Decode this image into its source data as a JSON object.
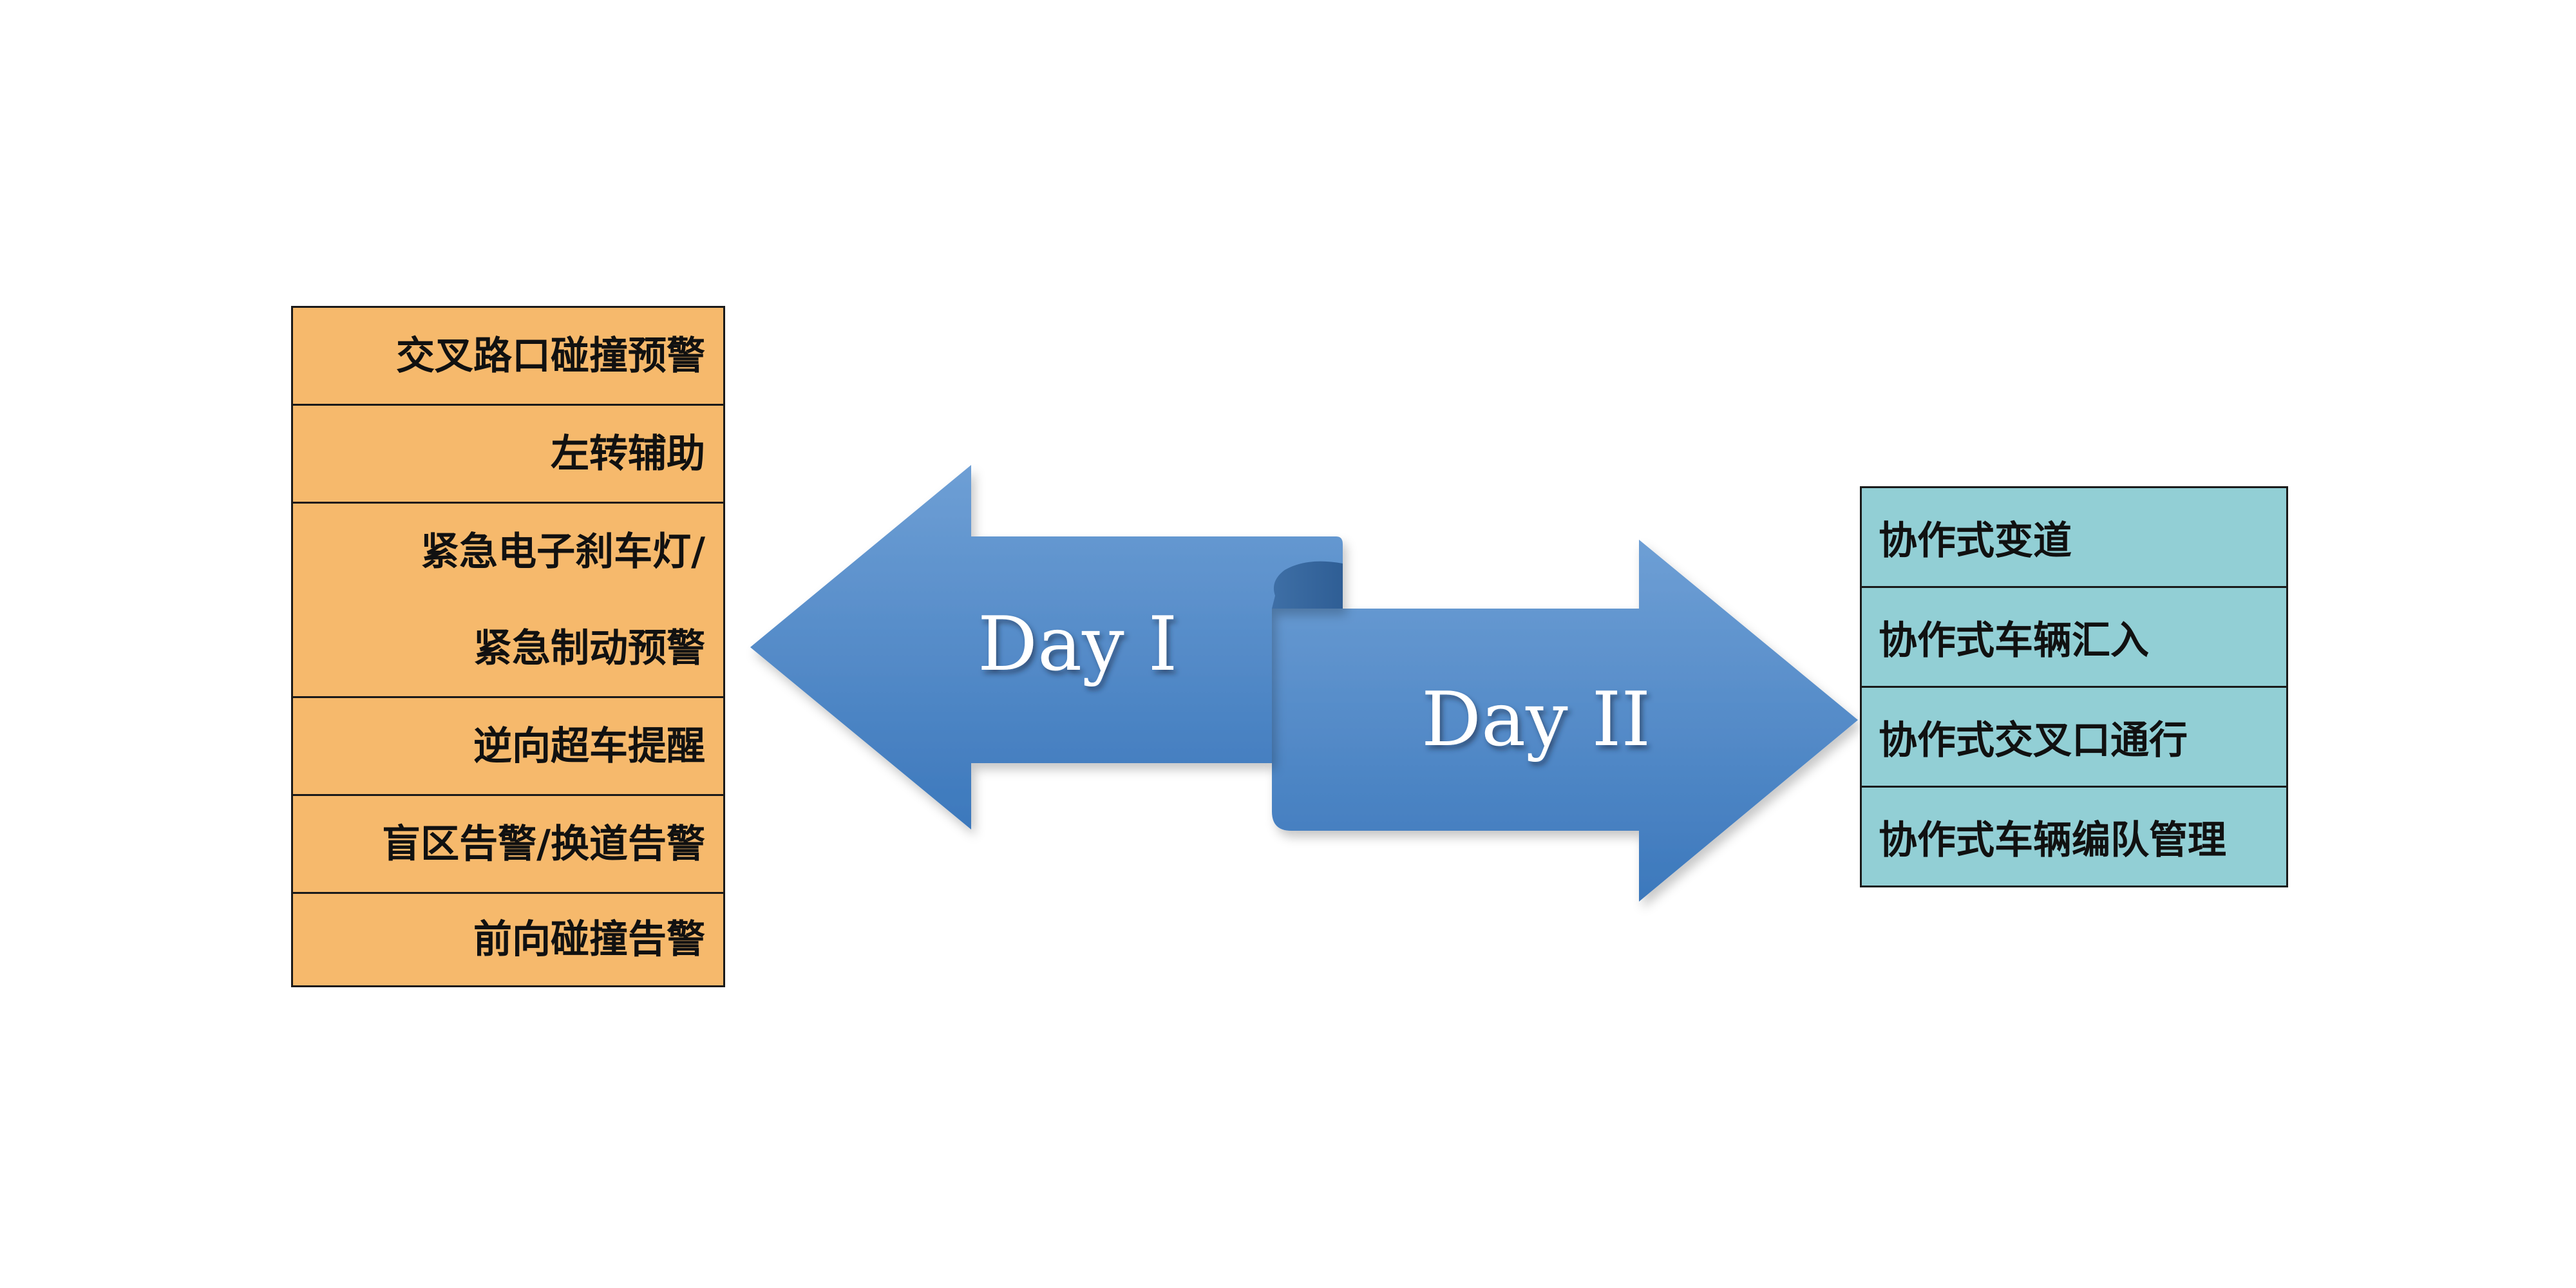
{
  "left_list": {
    "items": [
      [
        "交叉路口碰撞预警"
      ],
      [
        "左转辅助"
      ],
      [
        "紧急电子刹车灯/",
        "紧急制动预警"
      ],
      [
        "逆向超车提醒"
      ],
      [
        "盲区告警/换道告警"
      ],
      [
        "前向碰撞告警"
      ]
    ]
  },
  "arrows": {
    "day1_label": "Day I",
    "day2_label": "Day II"
  },
  "right_list": {
    "items": [
      "协作式变道",
      "协作式车辆汇入",
      "协作式交叉口通行",
      "协作式车辆编队管理"
    ]
  },
  "colors": {
    "left_box_fill": "#F6B96C",
    "right_box_fill": "#92CFD5",
    "arrow_fill": "#4A86C6",
    "text": "#111111"
  }
}
